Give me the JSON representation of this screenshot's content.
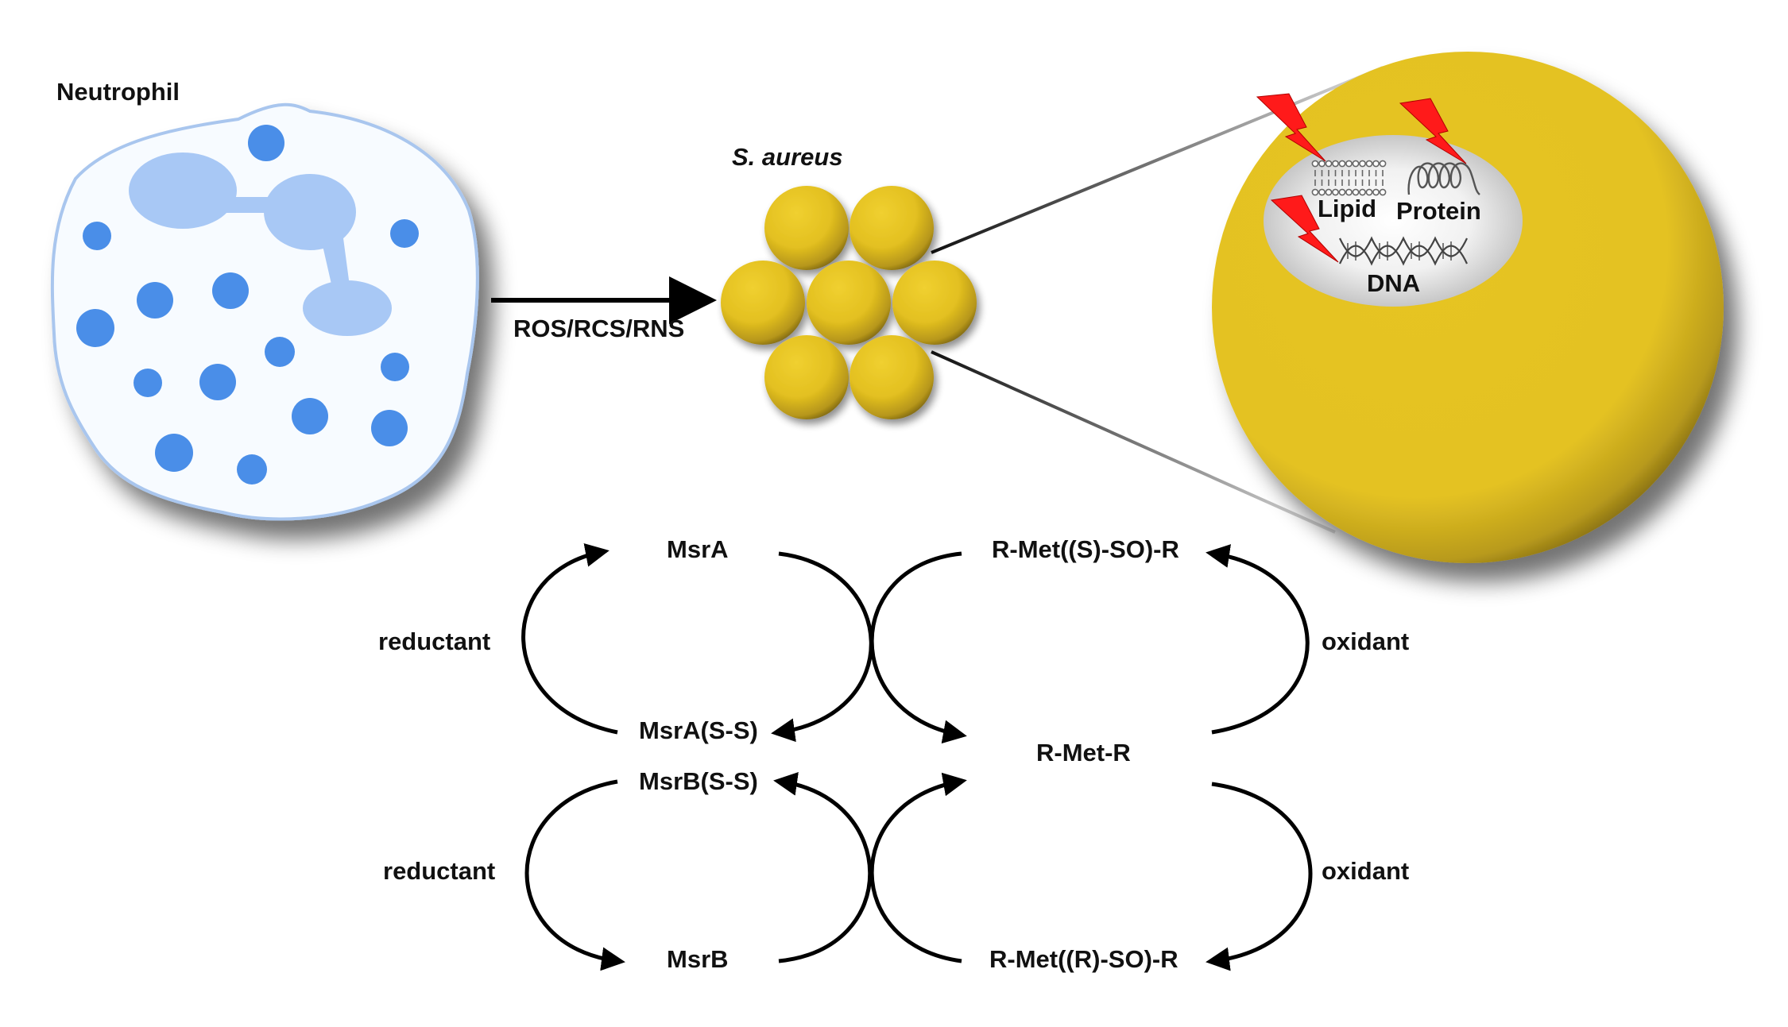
{
  "neutrophil": {
    "label": "Neutrophil"
  },
  "attack": {
    "label": "ROS/RCS/RNS"
  },
  "bacterium": {
    "label": "S. aureus"
  },
  "cell_targets": {
    "lipid": "Lipid",
    "protein": "Protein",
    "dna": "DNA"
  },
  "cycle": {
    "msra": "MsrA",
    "msra_ss": "MsrA(S-S)",
    "msrb_ss": "MsrB(S-S)",
    "msrb": "MsrB",
    "met_s_so": "R-Met((S)-SO)-R",
    "met": "R-Met-R",
    "met_r_so": "R-Met((R)-SO)-R",
    "reductant_top": "reductant",
    "reductant_bottom": "reductant",
    "oxidant_top": "oxidant",
    "oxidant_bottom": "oxidant"
  },
  "colors": {
    "neutrophil_fill": "#f7fbff",
    "neutrophil_border": "#a9c6ee",
    "granule": "#4a8ee8",
    "nucleus": "#a8c8f5",
    "coccus": "#e6c424",
    "coccus_dark": "#6e5a10",
    "damage_bolt": "#ff1a1a"
  }
}
